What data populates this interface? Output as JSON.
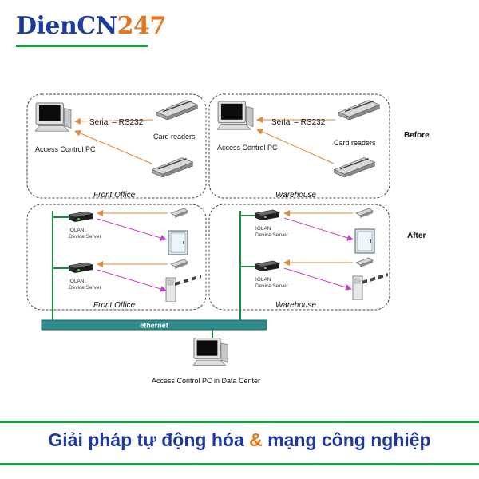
{
  "brand": {
    "part1": "DienCN",
    "part2": "247"
  },
  "diagram": {
    "serial_label": "Serial – RS232",
    "access_pc_label": "Access Control PC",
    "card_readers_label": "Card readers",
    "front_office_label": "Front Office",
    "warehouse_label": "Warehouse",
    "before_label": "Before",
    "after_label": "After",
    "iolan_line1": "IOLAN",
    "iolan_line2": "Device Server",
    "ethernet_label": "ethernet",
    "datacenter_pc_label": "Access Control PC in Data Center"
  },
  "footer": {
    "part1": "Giải pháp tự động hóa ",
    "amp": "&",
    "part2": " mạng công nghiệp"
  },
  "colors": {
    "brand_blue": "#1b3c9c",
    "brand_orange": "#e8761c",
    "accent_green": "#14a33c",
    "ethernet_teal": "#2e8b8b",
    "serial_arrow": "#e08a3a",
    "lock_arrow": "#c640c6"
  }
}
